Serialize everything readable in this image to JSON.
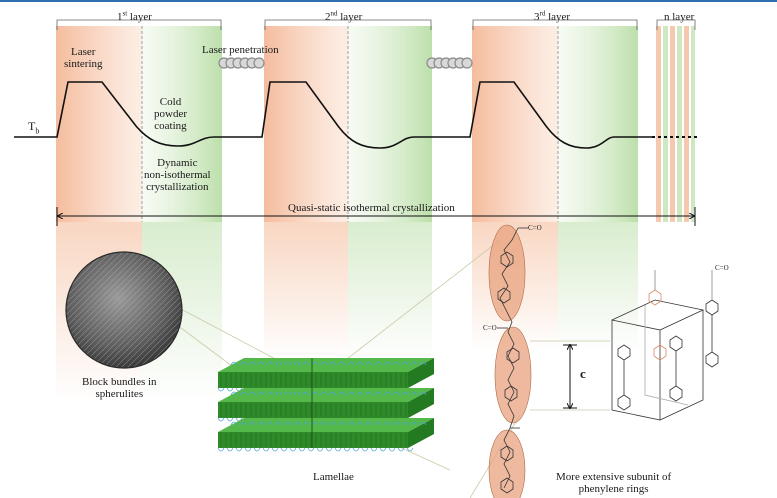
{
  "layers": [
    {
      "name": "1",
      "suffix": "st",
      "word": "layer"
    },
    {
      "name": "2",
      "suffix": "nd",
      "word": "layer"
    },
    {
      "name": "3",
      "suffix": "rd",
      "word": "layer"
    },
    {
      "name": "n",
      "suffix": "",
      "word": "layer"
    }
  ],
  "labels": {
    "laser_sintering": [
      "Laser",
      "sintering"
    ],
    "laser_penetration": "Laser penetration",
    "cold_powder": [
      "Cold",
      "powder",
      "coating"
    ],
    "dynamic": [
      "Dynamic",
      "non-isothermal",
      "crystallization"
    ],
    "tb": "T",
    "tb_sub": "b",
    "quasi": "Quasi-static isothermal crystallization",
    "block": [
      "Block bundles in",
      "spherulites"
    ],
    "lamellae": "Lamellae",
    "subunit": [
      "More extensive subunit of",
      "phenylene rings"
    ],
    "c_axis": "c",
    "co": "C=O"
  },
  "colors": {
    "heat": "#f6c9ae",
    "cool": "#cfe8c2",
    "curve": "#111111",
    "lamella_top": "#55b84a",
    "lamella_side": "#2f8a2a",
    "chain": "#4aa3d8",
    "ellipse": "#e8a27e"
  }
}
